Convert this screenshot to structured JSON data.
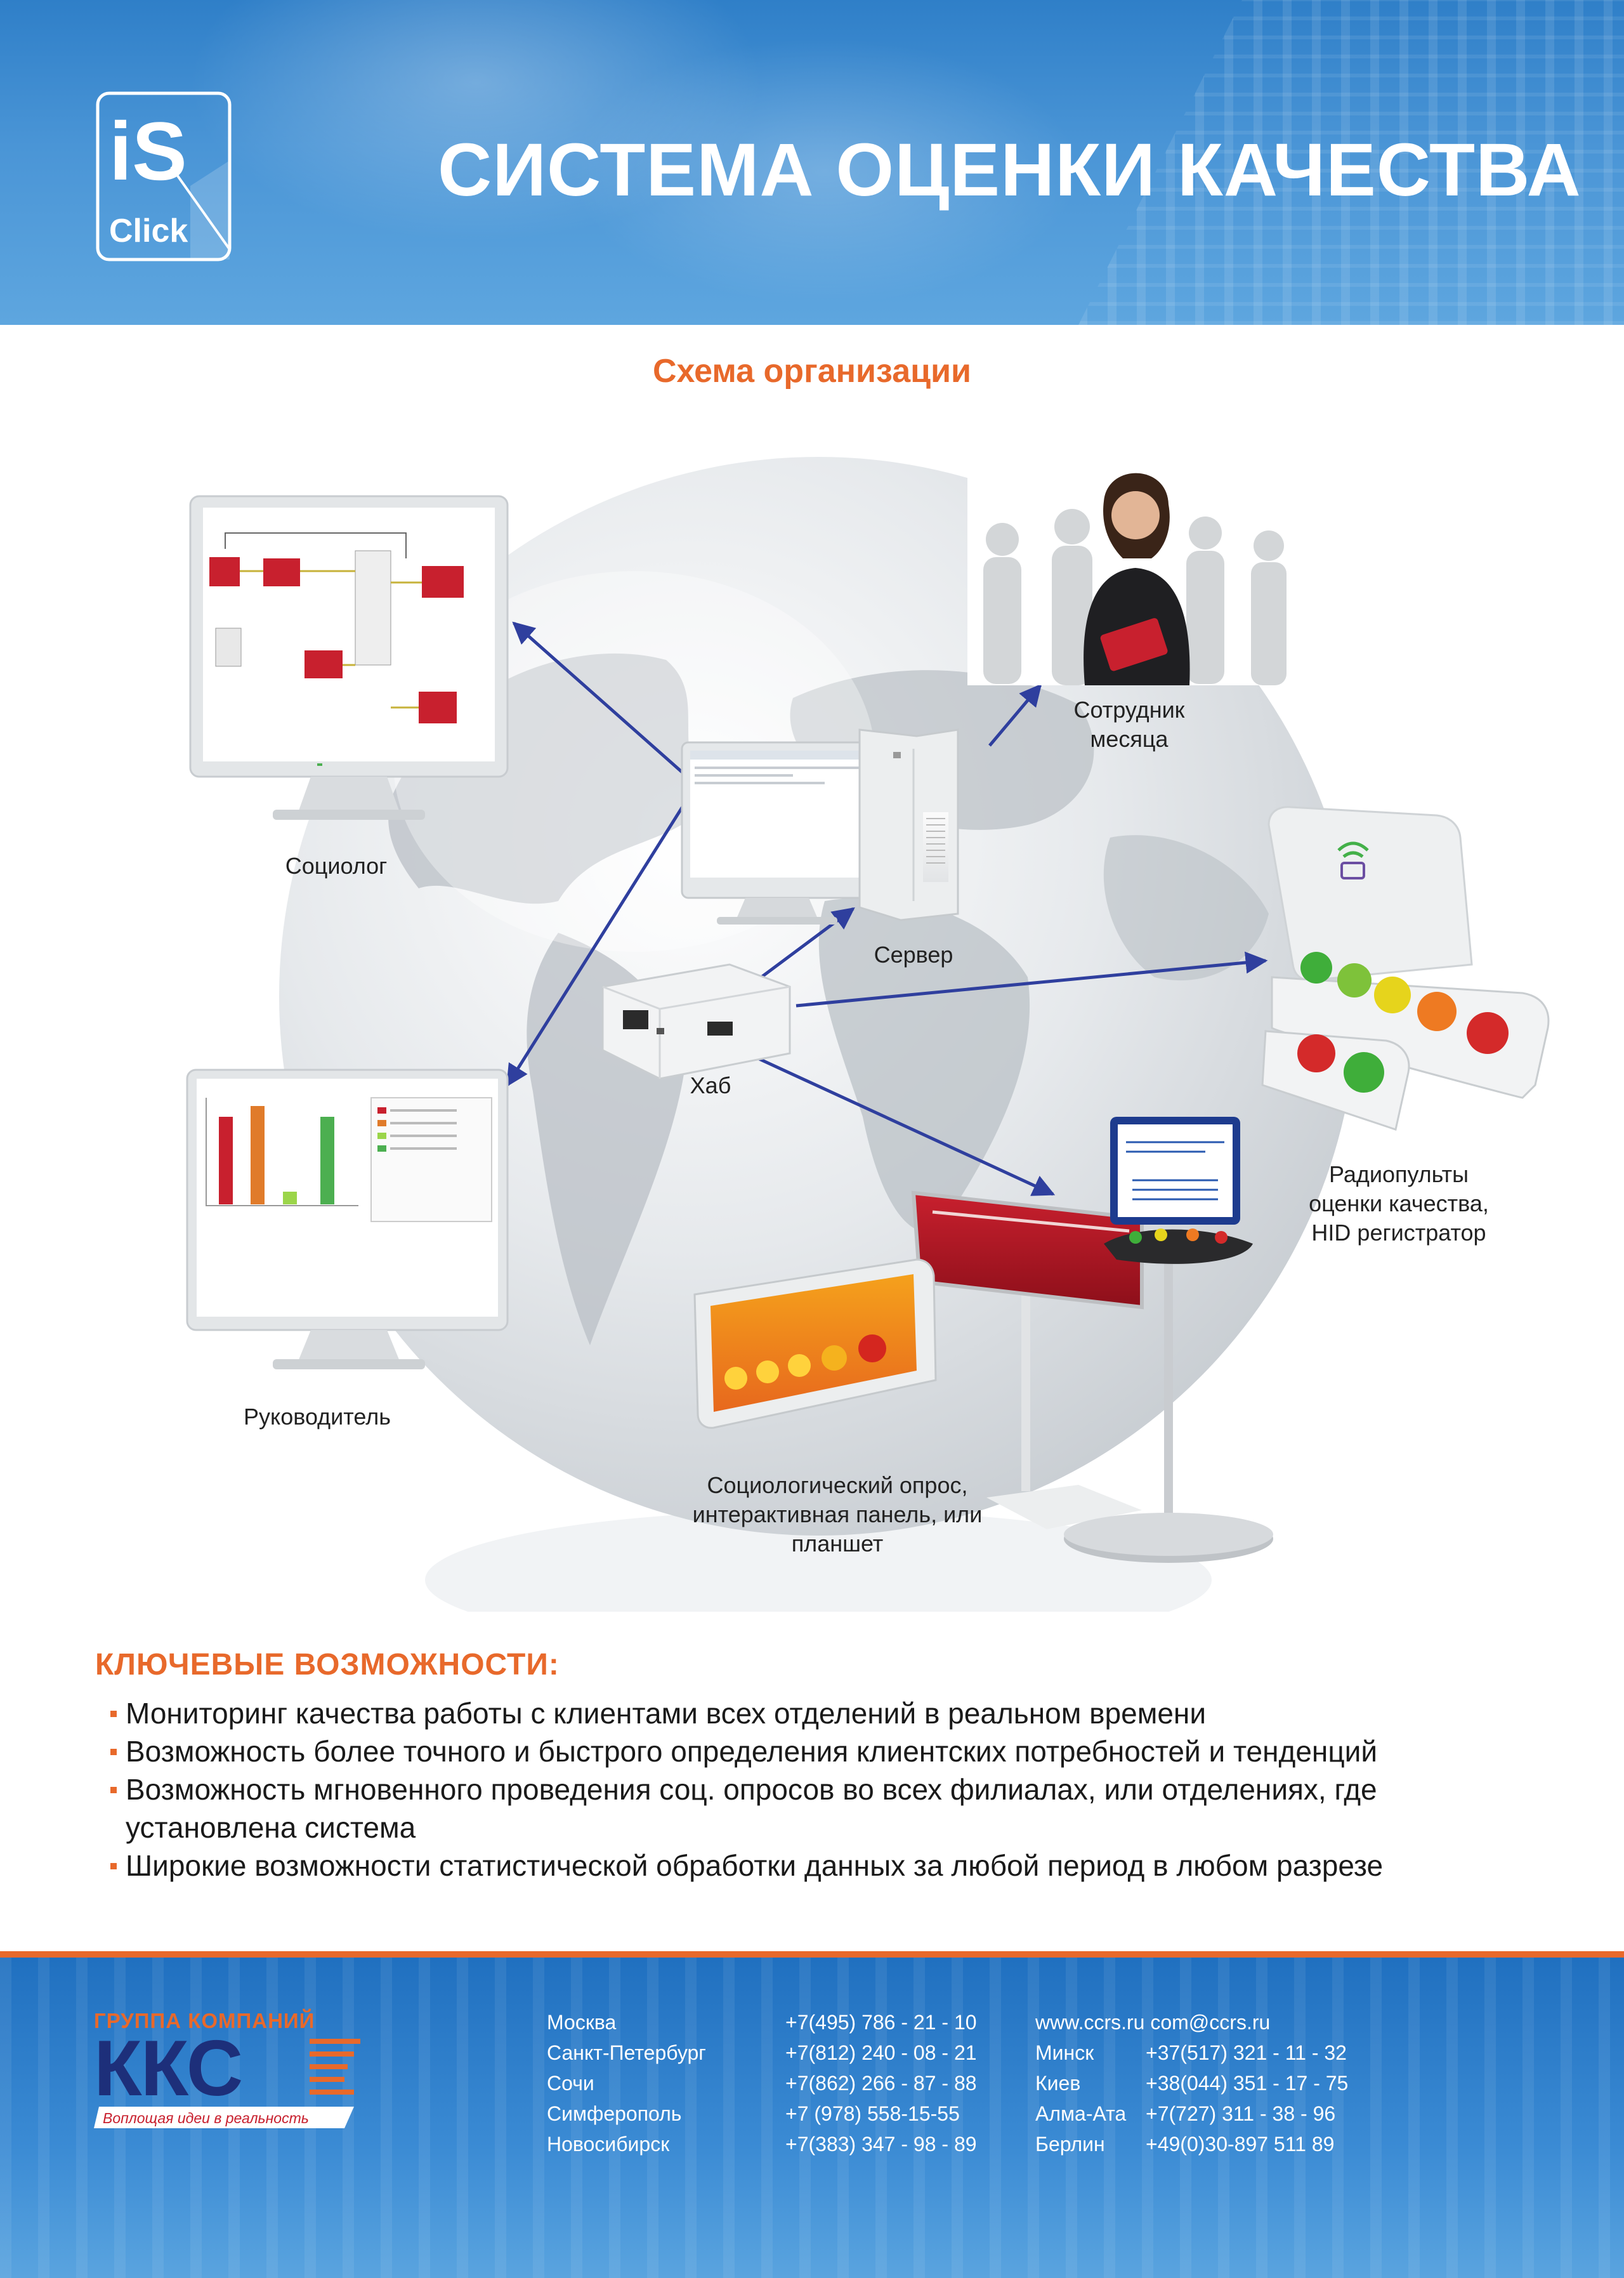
{
  "header": {
    "title": "СИСТЕМА ОЦЕНКИ КАЧЕСТВА",
    "logo_text_top": "iS",
    "logo_text_bottom": "Click"
  },
  "scheme": {
    "title": "Схема организации",
    "labels": {
      "sociologist": "Социолог",
      "server": "Сервер",
      "hub": "Хаб",
      "employee": [
        "Сотрудник",
        "месяца"
      ],
      "manager": "Руководитель",
      "remotes": [
        "Радиопульты",
        "оценки качества,",
        "HID регистратор"
      ],
      "survey": [
        "Социологический опрос,",
        "интерактивная панель, или",
        "планшет"
      ]
    }
  },
  "features": {
    "title": "КЛЮЧЕВЫЕ ВОЗМОЖНОСТИ:",
    "items": [
      "Мониторинг качества работы с клиентами всех отделений в реальном времени",
      "Возможность более точного и быстрого определения клиентских потребностей и тенденций",
      "Возможность мгновенного проведения соц. опросов во всех филиалах, или отделениях, где",
      "установлена система",
      "Широкие возможности статистической обработки данных за любой период в любом разрезе"
    ]
  },
  "footer": {
    "company_group": "ГРУППА КОМПАНИЙ",
    "company_name": "ККС",
    "slogan": "Воплощая идеи в реальность",
    "cities": [
      "Москва",
      "Санкт-Петербург",
      "Сочи",
      "Симферополь",
      "Новосибирск"
    ],
    "phones": [
      "+7(495) 786 - 21 - 10",
      "+7(812) 240 - 08 - 21",
      "+7(862) 266 - 87 - 88",
      "+7 (978) 558-15-55",
      "+7(383) 347 - 98 - 89"
    ],
    "web": "www.ccrs.ru com@ccrs.ru",
    "cities2": [
      "Минск",
      "Киев",
      "Алма-Ата",
      "Берлин"
    ],
    "phones2": [
      "+37(517) 321 - 11 - 32",
      "+38(044) 351 - 17 - 75",
      "+7(727) 311 - 38 - 96",
      "+49(0)30-897 511 89"
    ]
  },
  "colors": {
    "accent": "#e8692b",
    "header_blue": "#3f8ed3",
    "arrow": "#2f3f9e",
    "smiley_green": "#3fae3a",
    "smiley_yellow": "#e6d41c",
    "smiley_orange": "#ee7a22",
    "smiley_red": "#d42a2a"
  }
}
